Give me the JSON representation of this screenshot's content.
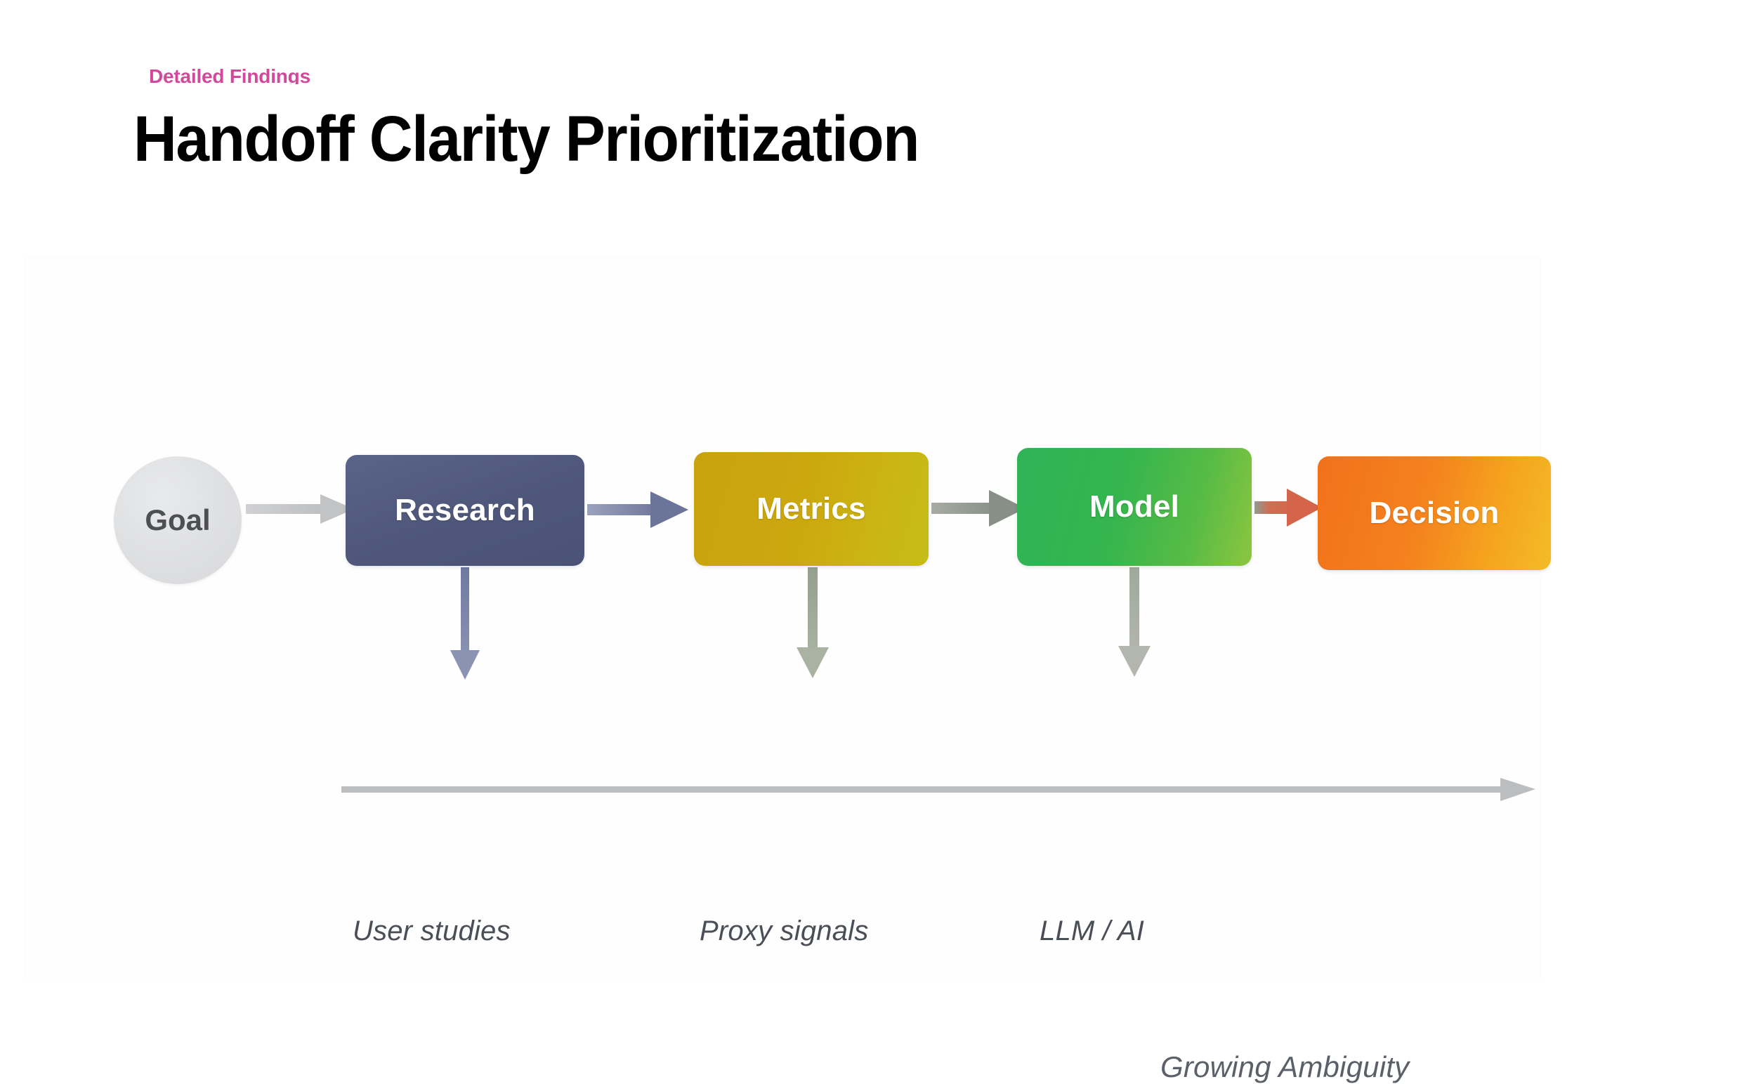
{
  "header": {
    "eyebrow": "Detailed Findings",
    "title": "Handoff Clarity Prioritization",
    "eyebrow_color": "#d2489a",
    "title_color": "#000000"
  },
  "diagram": {
    "type": "flow",
    "start_node": {
      "label": "Goal",
      "shape": "circle",
      "fill": "#dedfe1",
      "text_color": "#4d4f54"
    },
    "nodes": [
      {
        "label": "Research",
        "shape": "rounded-rect",
        "fill_start": "#5a6488",
        "fill_end": "#4a5376",
        "text_color": "#ffffff",
        "sub_label": "User studies",
        "down_arrow_color": "#7b84a6"
      },
      {
        "label": "Metrics",
        "shape": "rounded-rect",
        "fill_start": "#c9a30e",
        "fill_end": "#c6bd18",
        "text_color": "#ffffff",
        "sub_label": "Proxy signals",
        "down_arrow_color": "#9ba68f"
      },
      {
        "label": "Model",
        "shape": "rounded-rect",
        "fill_start": "#2fb457",
        "fill_end": "#8cc63f",
        "text_color": "#ffffff",
        "sub_label": "LLM / AI",
        "down_arrow_color": "#a4ab9d"
      },
      {
        "label": "Decision",
        "shape": "rounded-rect",
        "fill_start": "#f2711c",
        "fill_end": "#f3bc28",
        "text_color": "#ffffff",
        "sub_label": null,
        "down_arrow_color": null
      }
    ],
    "connectors": [
      {
        "from": "Goal",
        "to": "Research",
        "color": "#c9cacc"
      },
      {
        "from": "Research",
        "to": "Metrics",
        "color": "#7a83a6"
      },
      {
        "from": "Metrics",
        "to": "Model",
        "color": "#8d968c"
      },
      {
        "from": "Model",
        "to": "Decision",
        "color": "#d4654a"
      }
    ],
    "axis": {
      "label": "Growing Ambiguity",
      "color": "#b7b8ba",
      "direction": "right"
    }
  }
}
